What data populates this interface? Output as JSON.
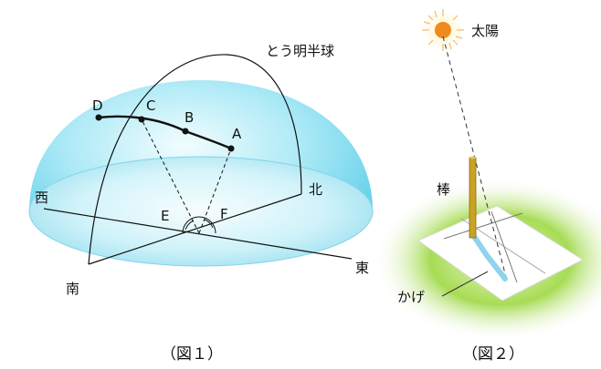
{
  "figure1": {
    "hemisphere_label": "とう明半球",
    "points": {
      "a": "A",
      "b": "B",
      "c": "C",
      "d": "D",
      "e": "E",
      "f": "F"
    },
    "directions": {
      "west": "西",
      "north": "北",
      "south": "南",
      "east": "東"
    },
    "caption": "（図１）"
  },
  "figure2": {
    "sun_label": "太陽",
    "stick_label": "棒",
    "shadow_label": "かげ",
    "caption": "（図２）"
  },
  "colors": {
    "dome_light": "#e6fbff",
    "dome_dark": "#55cde8",
    "sun": "#f08a1c",
    "grass": "#8fce3a",
    "shadow": "#8fd3ee",
    "stick": "#c9a227"
  }
}
